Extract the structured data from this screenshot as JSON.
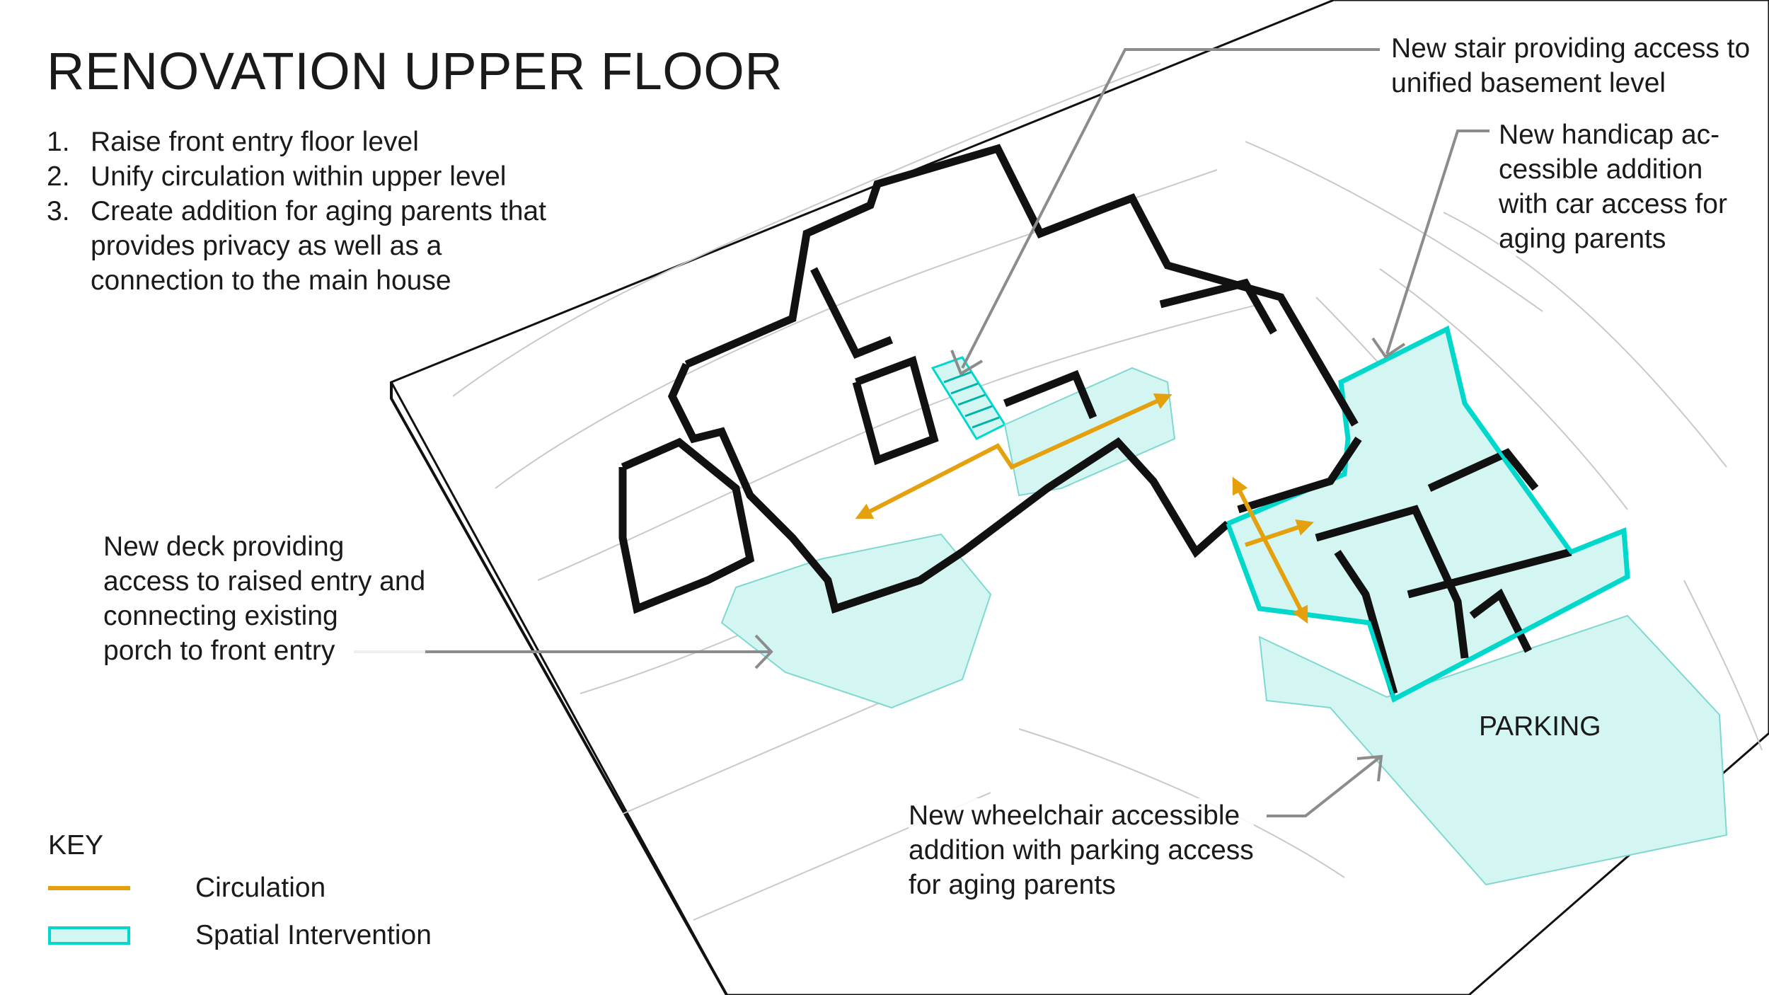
{
  "title": "RENOVATION UPPER FLOOR",
  "goals": [
    {
      "num": "1.",
      "text": "Raise front entry floor level"
    },
    {
      "num": "2.",
      "text": "Unify circulation within upper level"
    },
    {
      "num": "3.",
      "text": "Create addition for aging parents that provides privacy as well as a connection to the main house"
    }
  ],
  "callouts": {
    "stair": "New stair providing access to unified basement level",
    "handicap": "New handicap ac-\ncessible addition\nwith car access for\naging parents",
    "deck": "New deck providing\naccess to raised entry and\nconnecting existing\nporch to front entry",
    "wheelchair": "New wheelchair accessible\naddition with parking access\nfor aging parents"
  },
  "parking_label": "PARKING",
  "key": {
    "title": "KEY",
    "items": [
      {
        "label": "Circulation",
        "color": "#e5a00d"
      },
      {
        "label": "Spatial Intervention",
        "color": "#00d8cc",
        "fill": "#d4f6f2"
      }
    ]
  },
  "colors": {
    "circulation": "#e5a00d",
    "intervention_stroke": "#00d8cc",
    "intervention_fill": "#d4f6f2",
    "wall": "#111111",
    "leader": "#8c8c8c",
    "contour": "#c9c9c9"
  }
}
